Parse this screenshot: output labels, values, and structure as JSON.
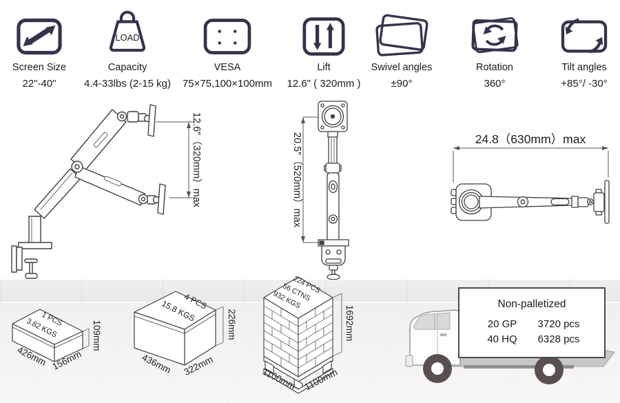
{
  "specs": [
    {
      "label": "Screen Size",
      "value": "22\"-40\""
    },
    {
      "label": "Capacity",
      "value": "4.4-33lbs (2-15 kg)",
      "badge": "LOAD"
    },
    {
      "label": "VESA",
      "value": "75×75,100×100mm"
    },
    {
      "label": "Lift",
      "value": "12.6\" ( 320mm )"
    },
    {
      "label": "Swivel angles",
      "value": "±90°"
    },
    {
      "label": "Rotation",
      "value": "360°"
    },
    {
      "label": "Tilt angles",
      "value": "+85°/ -30°"
    }
  ],
  "diagrams": {
    "side_view": {
      "dim_label": "12.6″（320mm）max"
    },
    "front_view": {
      "dim_label": "20.5″（520mm）max"
    },
    "top_view": {
      "dim_label": "24.8（630mm）max"
    }
  },
  "packaging": {
    "carton": {
      "line1": "1 PCS",
      "line2": "3.82 KGS",
      "width": "426mm",
      "depth": "156mm",
      "height": "109mm"
    },
    "master_carton": {
      "line1": "4 PCS",
      "line2": "15.8 KGS",
      "width": "436mm",
      "depth": "322mm",
      "height": "226mm"
    },
    "pallet": {
      "line1": "224 PCS",
      "line2": "56 CTNS",
      "line3": "932 KGS",
      "width": "1100mm",
      "depth": "1100mm",
      "height": "1692mm"
    },
    "truck_sign": {
      "title": "Non-palletized",
      "rows": [
        {
          "size": "20 GP",
          "qty": "3720 pcs"
        },
        {
          "size": "40 HQ",
          "qty": "6328 pcs"
        }
      ]
    }
  }
}
